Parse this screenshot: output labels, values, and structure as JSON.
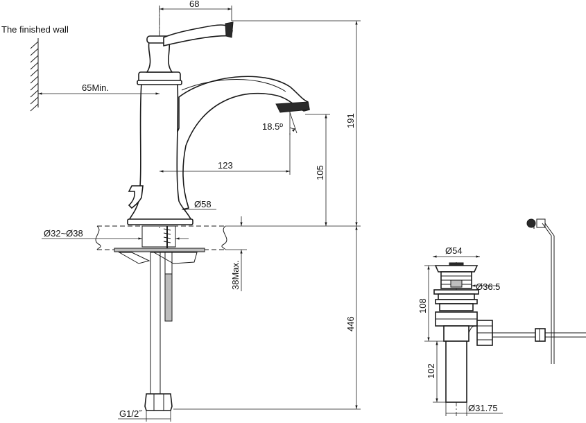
{
  "labels": {
    "finished_wall": "The finished wall",
    "width_68": "68",
    "offset_65": "65Min.",
    "angle": "18.5º",
    "reach_123": "123",
    "height_105": "105",
    "height_191": "191",
    "base_dia": "Ø58",
    "hole_dia": "Ø32~Ø38",
    "deck_max": "38Max.",
    "hose_446": "446",
    "thread": "G1/2˝",
    "drain_top_dia": "Ø54",
    "drain_body_dia": "Ø36.5",
    "drain_108": "108",
    "drain_102": "102",
    "tail_dia": "Ø31.75"
  }
}
